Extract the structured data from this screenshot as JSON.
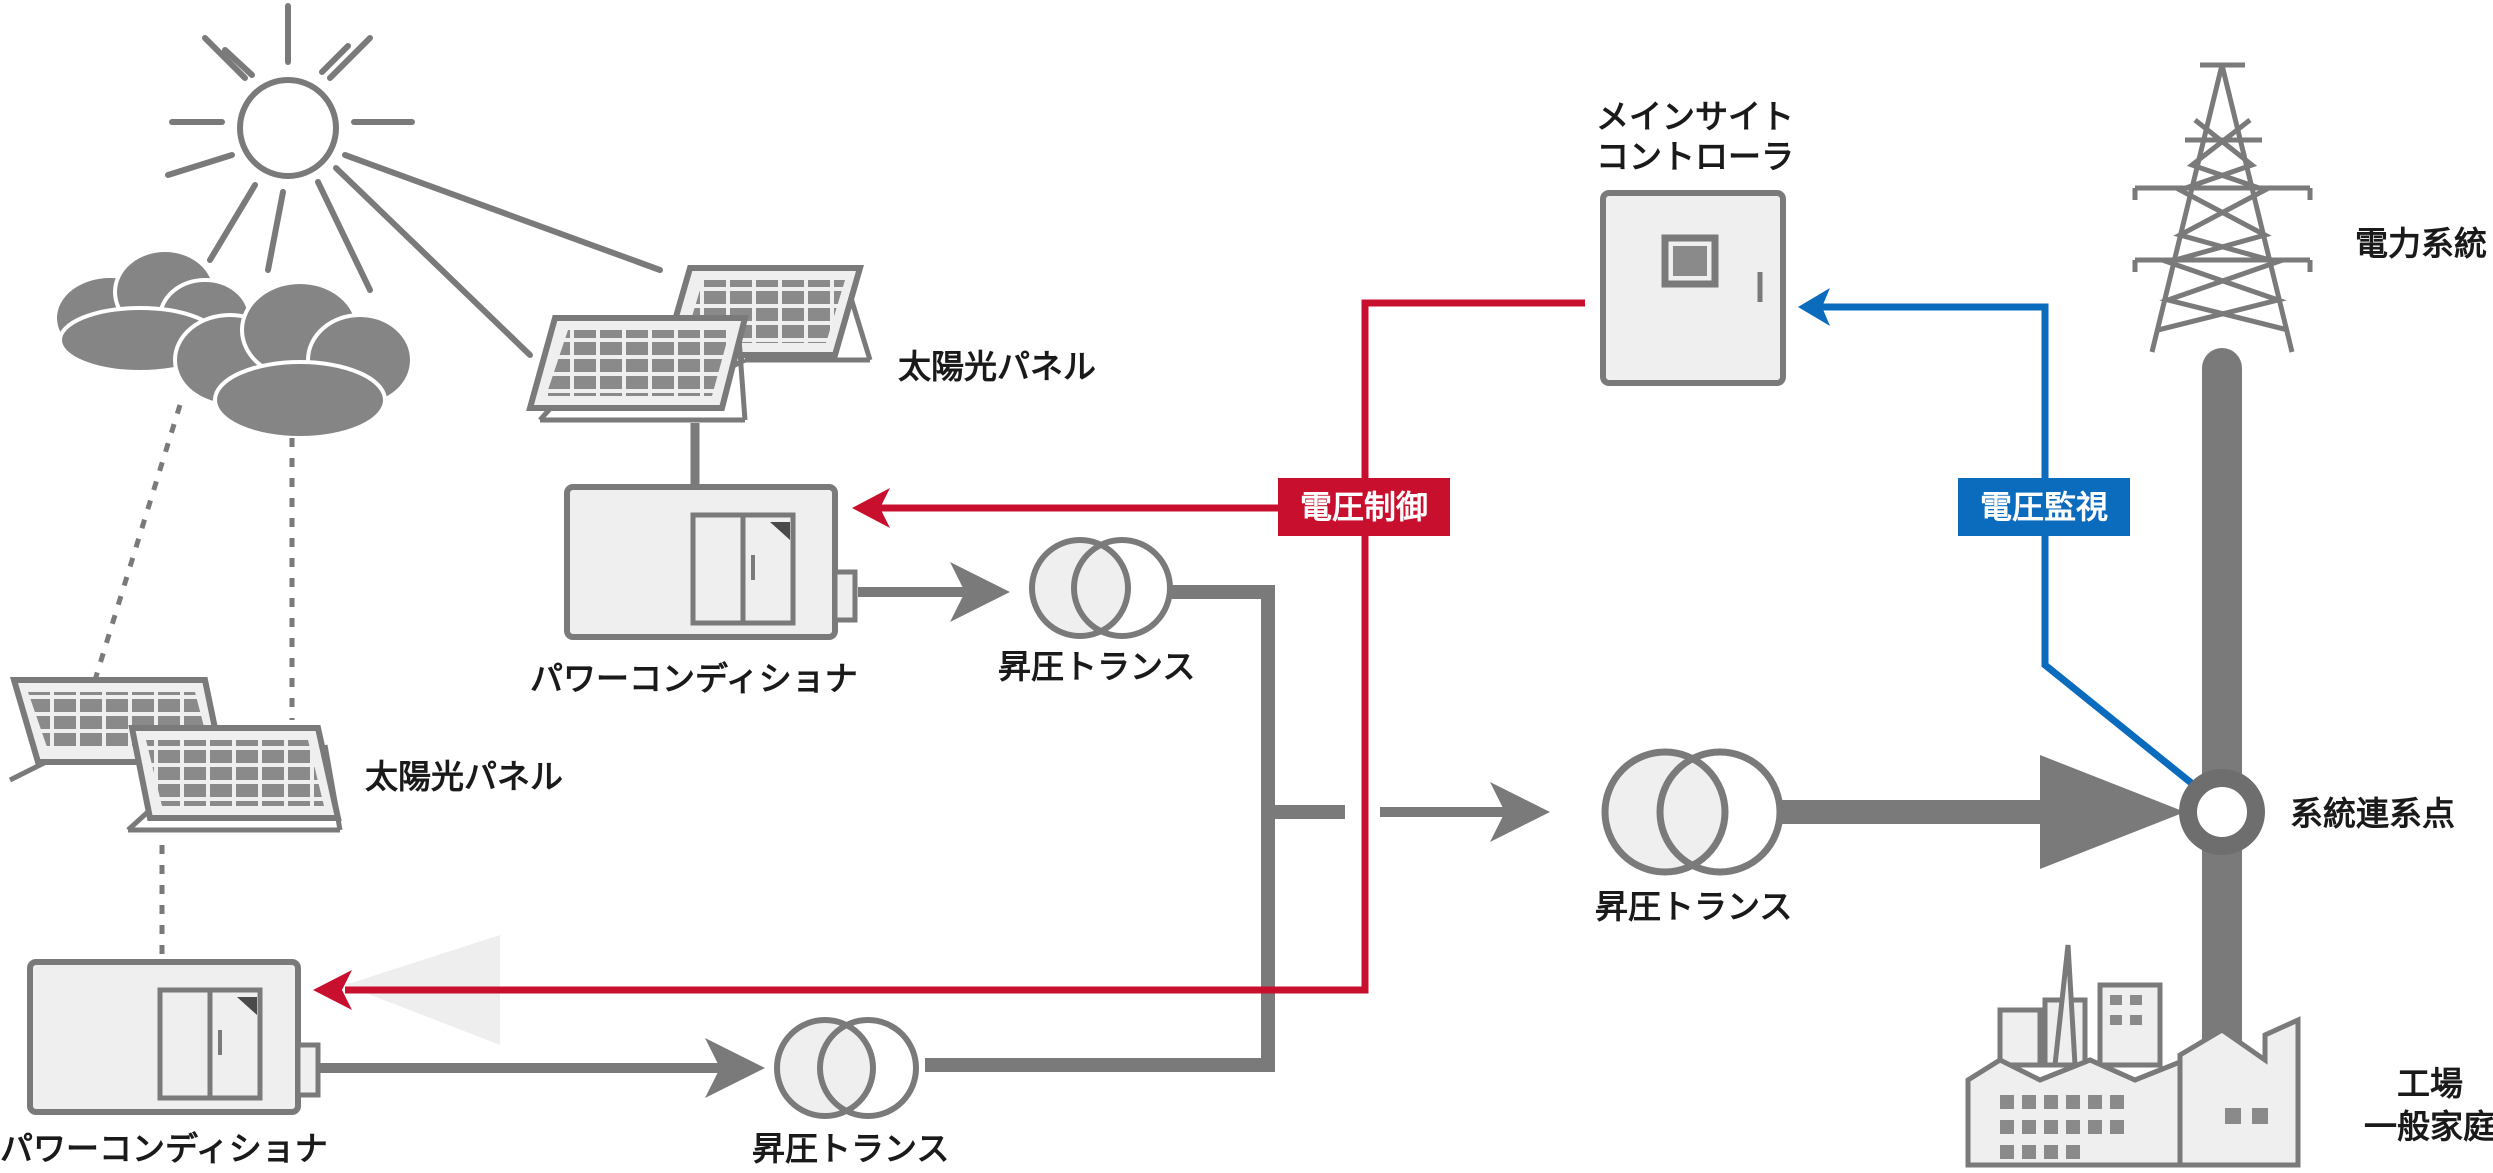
{
  "labels": {
    "main_controller_line1": "メインサイト",
    "main_controller_line2": "コントローラ",
    "solar_panel_top": "太陽光パネル",
    "solar_panel_bottom": "太陽光パネル",
    "power_conditioner_top": "パワーコンディショナ",
    "power_conditioner_bottom": "パワーコンディショナ",
    "step_up_transformer_top": "昇圧トランス",
    "step_up_transformer_bottom": "昇圧トランス",
    "step_up_transformer_main": "昇圧トランス",
    "power_grid": "電力系統",
    "grid_connection_point": "系統連系点",
    "factory_line1": "工場",
    "factory_line2": "一般家庭",
    "voltage_control_tag": "電圧制御",
    "voltage_monitor_tag": "電圧監視"
  },
  "colors": {
    "gray_line": "#7a7a7a",
    "dark_gray": "#6e6e6e",
    "red_signal": "#c8102e",
    "blue_signal": "#0b6bbd",
    "light_fill": "#efefef",
    "cloud": "#858585"
  }
}
